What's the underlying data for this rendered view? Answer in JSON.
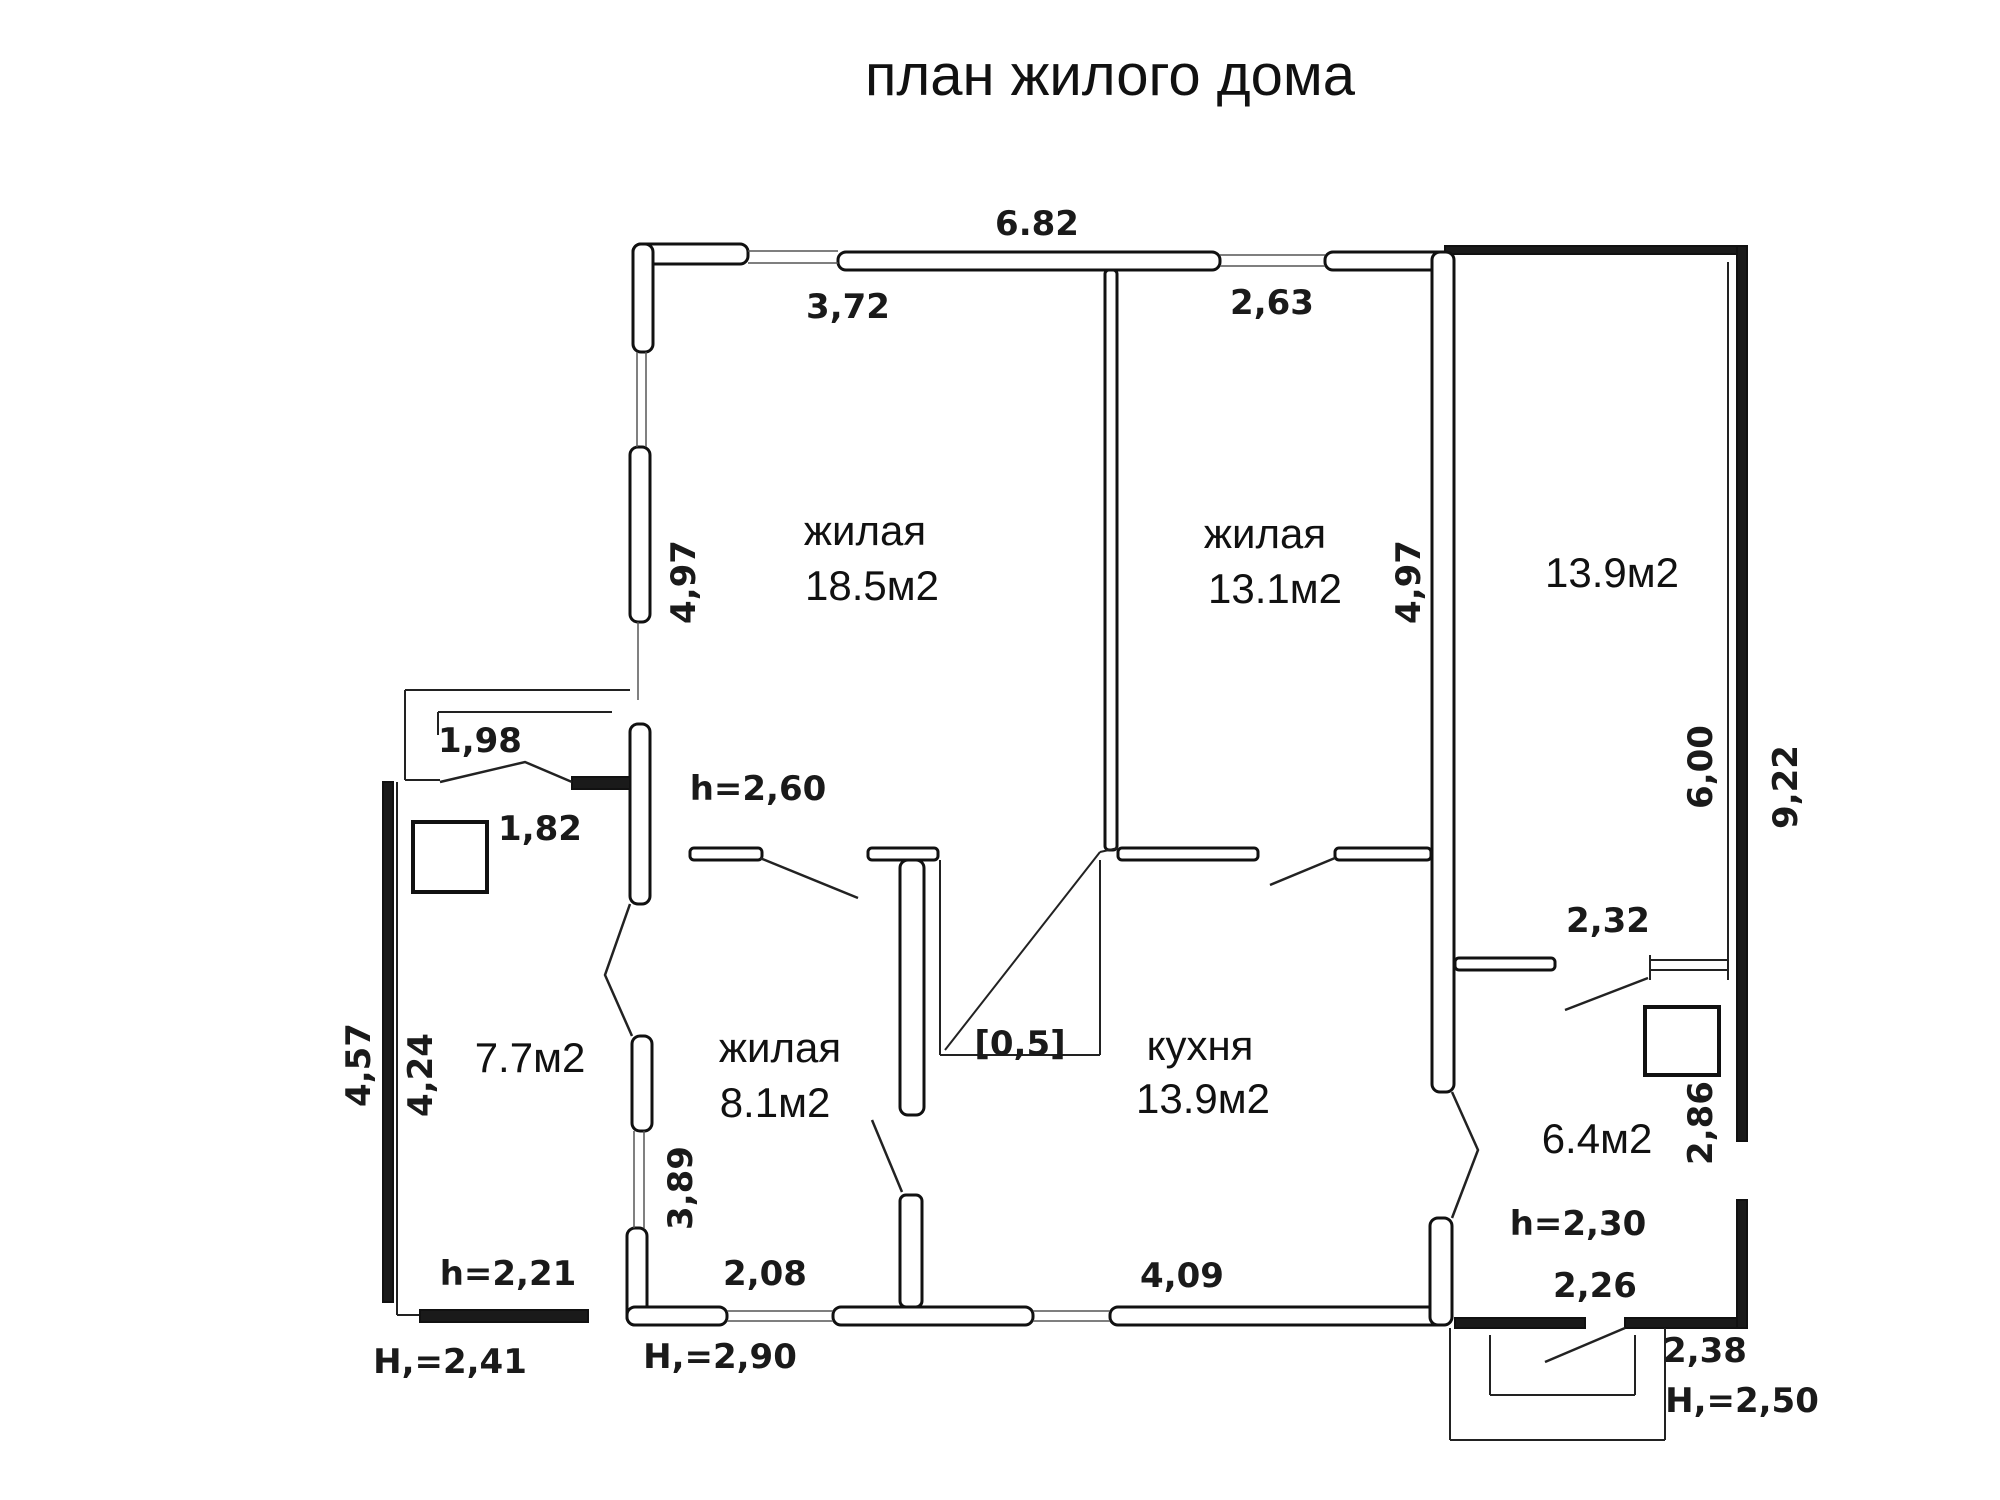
{
  "title": "план жилого дома",
  "rooms": {
    "living_1": {
      "label": "жилая",
      "area": "18.5м2"
    },
    "living_2": {
      "label": "жилая",
      "area": "13.1м2"
    },
    "room_right": {
      "area": "13.9м2"
    },
    "living_3": {
      "label": "жилая",
      "area": "8.1м2"
    },
    "kitchen": {
      "label": "кухня",
      "area": "13.9м2"
    },
    "veranda": {
      "area": "7.7м2"
    },
    "small_right": {
      "area": "6.4м2"
    }
  },
  "dimensions": {
    "top_total": "6.82",
    "top_left": "3,72",
    "top_right": "2,63",
    "left_upper": "4,97",
    "mid_partition": "4,97",
    "right_inner": "6,00",
    "right_outer": "9,22",
    "porch_width": "1,98",
    "porch_inner": "1,82",
    "veranda_outer": "4,57",
    "veranda_inner": "4,24",
    "left_lower": "3,89",
    "bottom_left": "2,08",
    "bottom_right": "4,09",
    "right_small_width": "2,32",
    "right_small_height": "2,86",
    "entrance_width": "2,26",
    "entrance_depth": "2,38",
    "stair": "[0,5]"
  },
  "heights": {
    "main": "h=2,60",
    "veranda": "h=2,21",
    "small_right": "h=2,30",
    "outer_left": "H,=2,41",
    "outer_middle": "H,=2,90",
    "outer_right": "H,=2,50"
  }
}
